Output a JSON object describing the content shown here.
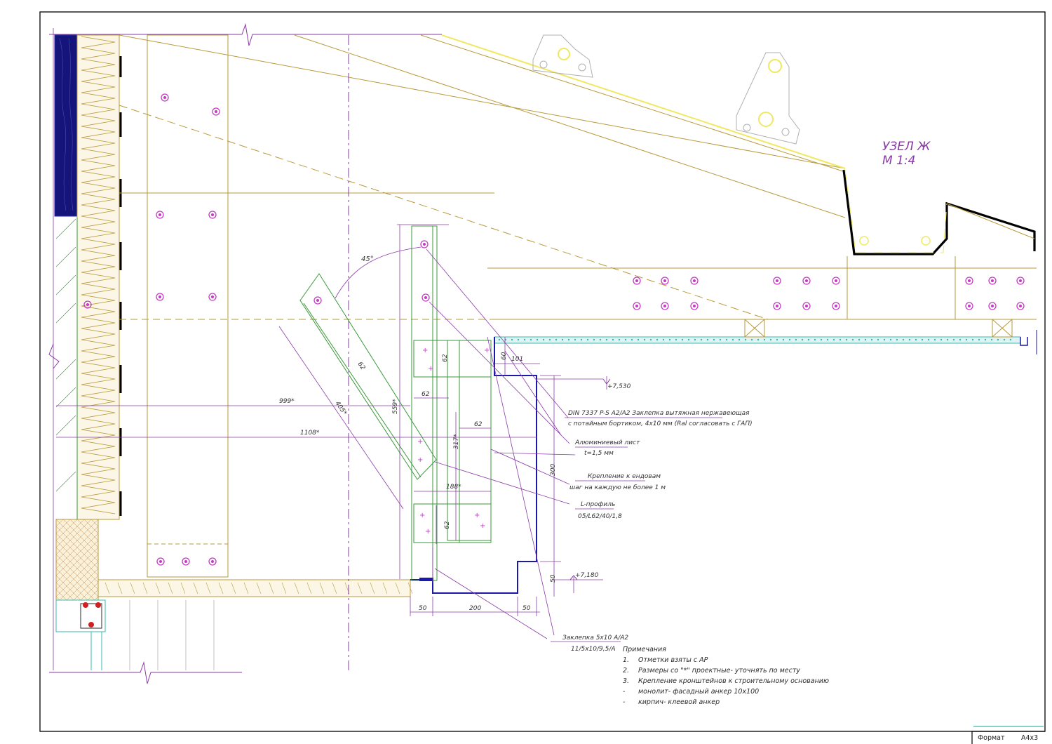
{
  "title": {
    "line1": "УЗЕЛ Ж",
    "line2": "М 1:4"
  },
  "colors": {
    "frame": "#000000",
    "structure": "#b89a3a",
    "purple": "#8a3aa8",
    "magenta": "#c43ac4",
    "green": "#3a9a3a",
    "blue": "#1a1aa8",
    "cyan": "#38b8b0",
    "yellow": "#f0e860",
    "gray": "#b0b0b0",
    "red": "#d02020"
  },
  "levels": {
    "upper": "+7,530",
    "lower": "+7,180"
  },
  "angle": "45°",
  "dimensions": {
    "d999": "999*",
    "d1108": "1108*",
    "d405": "405*",
    "d559": "559*",
    "d62a": "62",
    "d62b": "62",
    "d62c": "62",
    "d62d": "62",
    "d62e": "62",
    "d60": "60",
    "d101": "101",
    "d317": "317*",
    "d188": "188*",
    "d300": "300",
    "d50v": "50",
    "d50a": "50",
    "d200": "200",
    "d50b": "50"
  },
  "callouts": {
    "rivet_line1": "DIN 7337 P-S A2/A2 Заклепка вытяжная нержавеющая",
    "rivet_line2": "с потайным бортиком, 4х10 мм (Ral согласовать с ГАП)",
    "sheet_line1": "Алюминиевый лист",
    "sheet_line2": "t=1,5 мм",
    "fix_line1": "Крепление к ендовам",
    "fix_line2": "шаг на каждую не более 1 м",
    "lprof_line1": "L-профиль",
    "lprof_line2": "05/L62/40/1,8",
    "rivet2_line1": "Заклепка 5х10 А/А2",
    "rivet2_line2": "11/5х10/9,5/А"
  },
  "notes": {
    "heading": "Примечания",
    "items": [
      {
        "num": "1.",
        "text": "Отметки взяты с АР"
      },
      {
        "num": "2.",
        "text": "Размеры со \"*\" проектные- уточнять по месту"
      },
      {
        "num": "3.",
        "text": "Крепление кронштейнов к строительному основанию"
      },
      {
        "num": "-",
        "text": "монолит- фасадный анкер 10х100"
      },
      {
        "num": "-",
        "text": "кирпич- клеевой анкер"
      }
    ]
  },
  "titleblock": {
    "label": "Формат",
    "value": "А4х3"
  }
}
